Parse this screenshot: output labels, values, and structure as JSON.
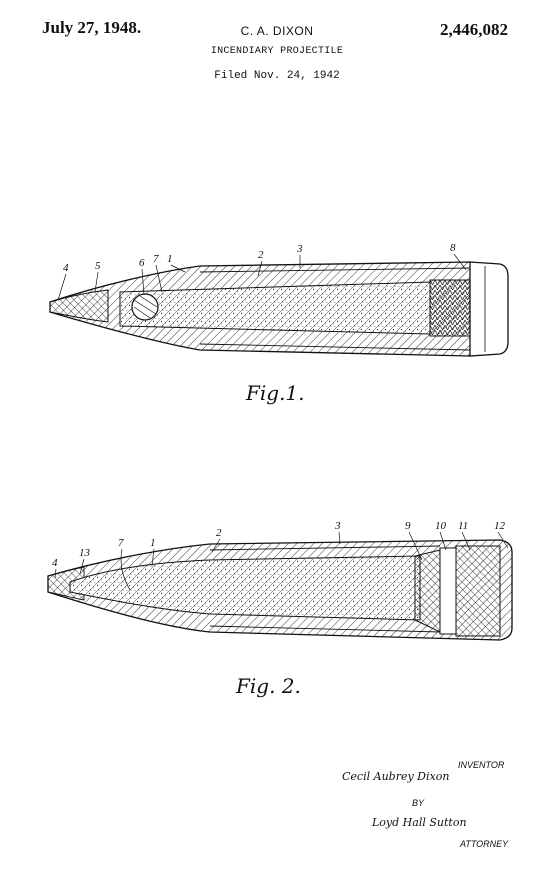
{
  "header": {
    "date": "July 27, 1948.",
    "inventor": "C. A. DIXON",
    "patent_number": "2,446,082",
    "title": "INCENDIARY PROJECTILE",
    "filed": "Filed Nov. 24, 1942"
  },
  "figure1": {
    "label": "Fig.1.",
    "refs": [
      "4",
      "5",
      "6",
      "7",
      "1",
      "2",
      "3",
      "8"
    ]
  },
  "figure2": {
    "label": "Fig. 2.",
    "refs": [
      "4",
      "13",
      "7",
      "1",
      "2",
      "3",
      "9",
      "10",
      "11",
      "12"
    ]
  },
  "signatures": {
    "inventor_label": "INVENTOR",
    "inventor_signature": "Cecil Aubrey Dixon",
    "by_label": "BY",
    "attorney_signature": "Loyd Hall Sutton",
    "attorney_label": "ATTORNEY"
  }
}
